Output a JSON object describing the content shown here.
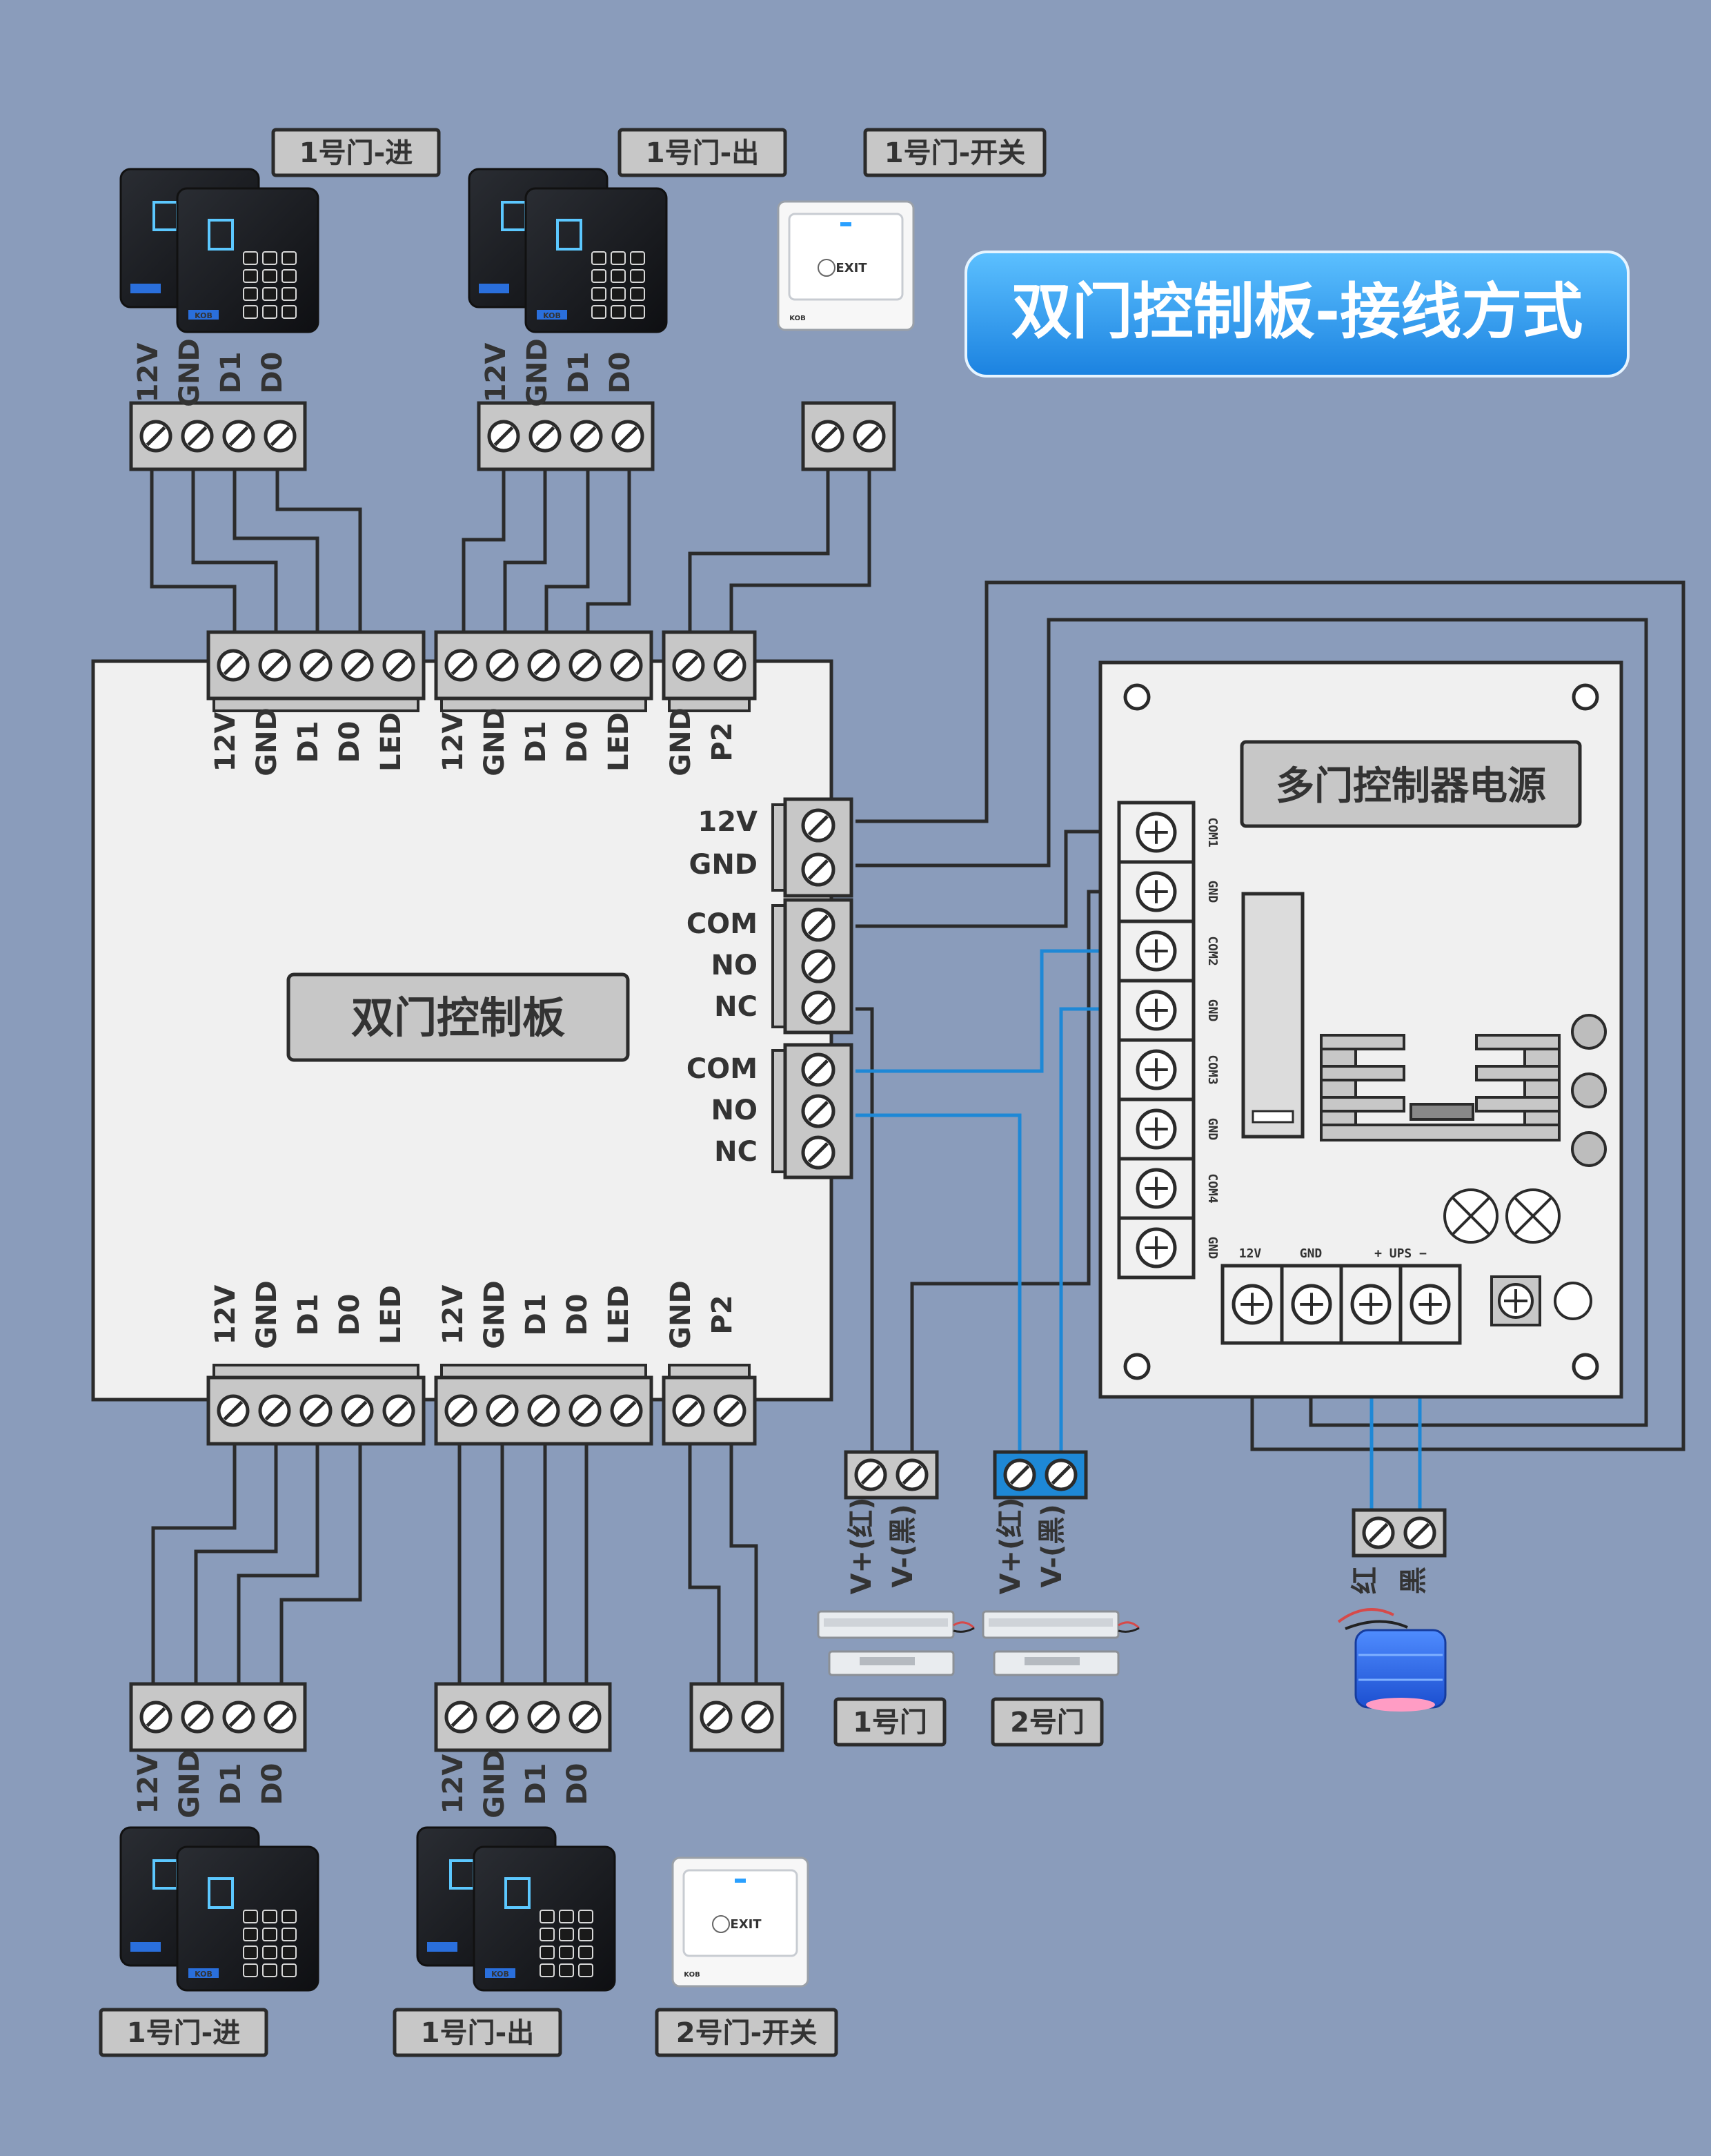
{
  "title": "双门控制板-接线方式",
  "board_label": "双门控制板",
  "power_label": "多门控制器电源",
  "labels": {
    "door1_in_top": "1号门-进",
    "door1_out_top": "1号门-出",
    "door1_switch": "1号门-开关",
    "door1_in_bottom": "1号门-进",
    "door1_out_bottom": "1号门-出",
    "door2_switch": "2号门-开关",
    "lock1": "1号门",
    "lock2": "2号门"
  },
  "reader_pins": [
    "12V",
    "GND",
    "D1",
    "D0"
  ],
  "board_reader_pins": [
    "12V",
    "GND",
    "D1",
    "D0",
    "LED"
  ],
  "board_button_pins": [
    "GND",
    "P2"
  ],
  "power_pins": [
    "12V",
    "GND"
  ],
  "relay_pins": [
    "COM",
    "NO",
    "NC"
  ],
  "lock_pins": [
    "V+(红)",
    "V-(黑)"
  ],
  "battery_pins": [
    "红",
    "黑"
  ],
  "psu_side_pins": [
    "COM1",
    "GND",
    "COM2",
    "GND",
    "COM3",
    "GND",
    "COM4",
    "GND"
  ],
  "psu_bottom_pins": [
    "12V",
    "GND",
    "+ UPS −"
  ],
  "brand": "KOB",
  "exit_text": "EXIT",
  "colors": {
    "background": "#8a9cbb",
    "wire": "#2b2b2b",
    "signal_wire": "#1e88d6",
    "title_blue": "#2196e8"
  }
}
